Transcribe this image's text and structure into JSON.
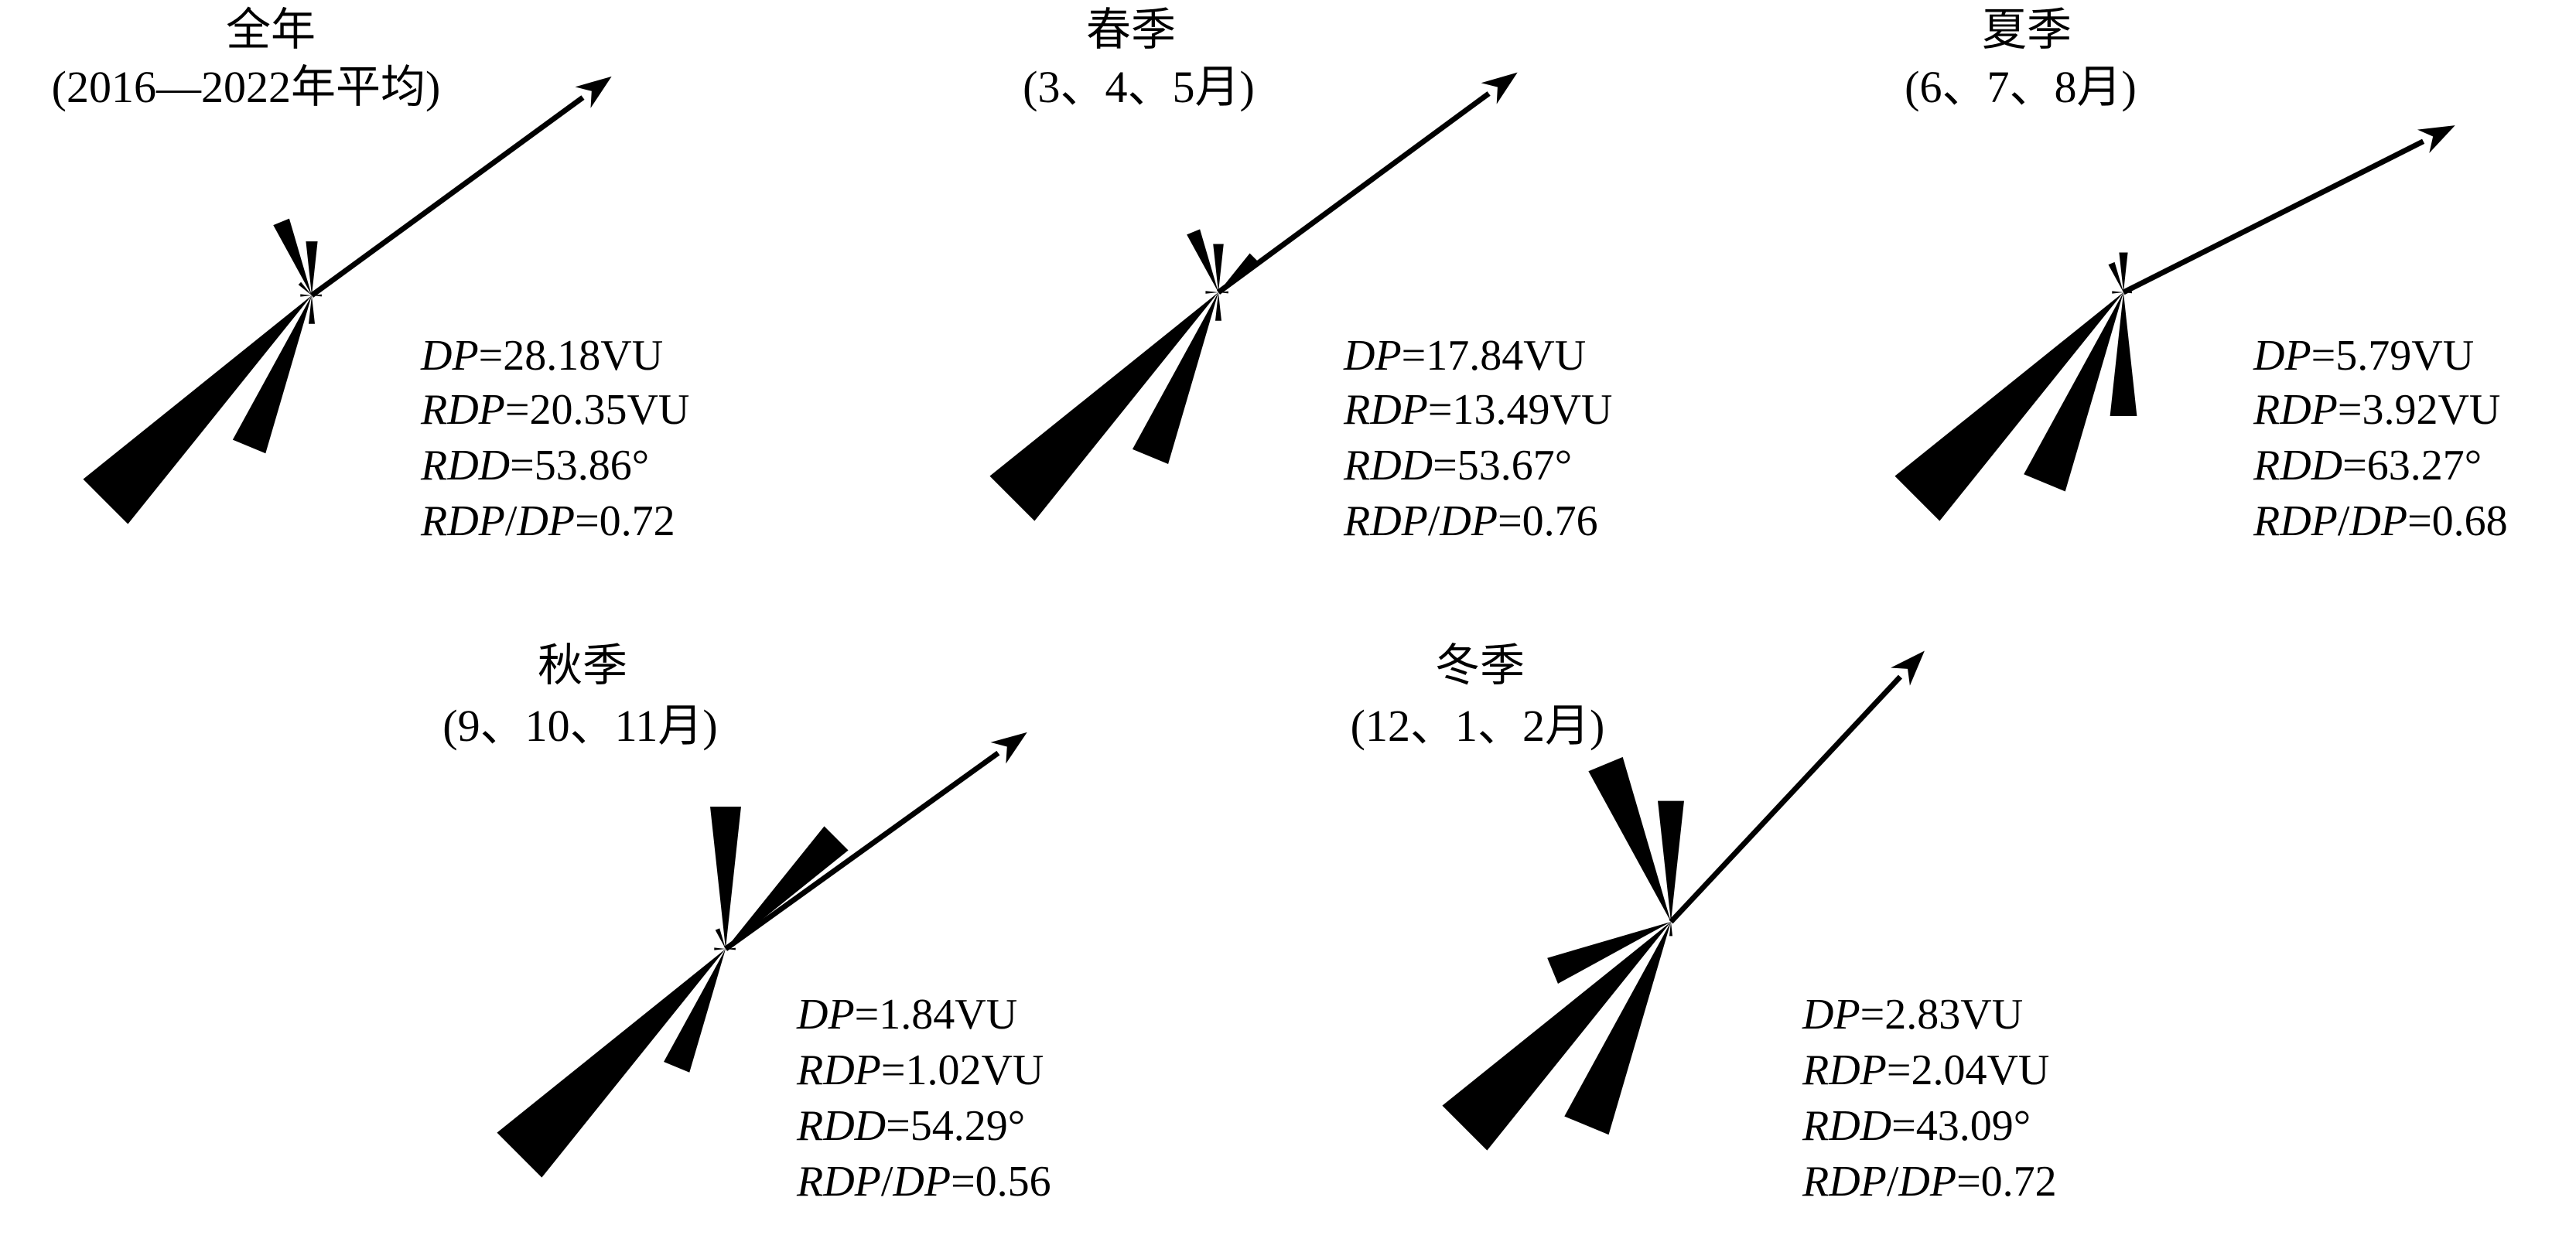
{
  "chart_data": [
    {
      "type": "sand-rose",
      "title": "全年",
      "subtitle": "(2016—2022年平均)",
      "stats": {
        "DP": "28.18",
        "RDP": "20.35",
        "RDD": "53.86",
        "RDP_DP": "0.72"
      },
      "rdd_deg": 53.86,
      "petals": [
        {
          "dir": 225,
          "value": 20.5
        },
        {
          "dir": 202.5,
          "value": 11.5
        },
        {
          "dir": 180,
          "value": 2.0
        },
        {
          "dir": 337.5,
          "value": 5.6
        },
        {
          "dir": 0,
          "value": 3.8
        },
        {
          "dir": 315,
          "value": 1.2
        },
        {
          "dir": 270,
          "value": 0.8
        },
        {
          "dir": 90,
          "value": 0.7
        }
      ]
    },
    {
      "type": "sand-rose",
      "title": "春季",
      "subtitle": "(3、4、5月)",
      "stats": {
        "DP": "17.84",
        "RDP": "13.49",
        "RDD": "53.67",
        "RDP_DP": "0.76"
      },
      "rdd_deg": 53.67,
      "petals": [
        {
          "dir": 225,
          "value": 20.5
        },
        {
          "dir": 202.5,
          "value": 12.5
        },
        {
          "dir": 180,
          "value": 2.0
        },
        {
          "dir": 337.5,
          "value": 4.6
        },
        {
          "dir": 0,
          "value": 3.4
        },
        {
          "dir": 45,
          "value": 3.5
        },
        {
          "dir": 270,
          "value": 0.9
        },
        {
          "dir": 90,
          "value": 0.7
        }
      ]
    },
    {
      "type": "sand-rose",
      "title": "夏季",
      "subtitle": "(6、7、8月)",
      "stats": {
        "DP": "5.79",
        "RDP": "3.92",
        "RDD": "63.27",
        "RDP_DP": "0.68"
      },
      "rdd_deg": 63.27,
      "petals": [
        {
          "dir": 225,
          "value": 20.5
        },
        {
          "dir": 202.5,
          "value": 14.5
        },
        {
          "dir": 180,
          "value": 8.7
        },
        {
          "dir": 337.5,
          "value": 2.2
        },
        {
          "dir": 0,
          "value": 2.8
        },
        {
          "dir": 270,
          "value": 0.8
        },
        {
          "dir": 90,
          "value": 0.6
        }
      ]
    },
    {
      "type": "sand-rose",
      "title": "秋季",
      "subtitle": "(9、10、11月)",
      "stats": {
        "DP": "1.84",
        "RDP": "1.02",
        "RDD": "54.29",
        "RDP_DP": "0.56"
      },
      "rdd_deg": 54.29,
      "petals": [
        {
          "dir": 225,
          "value": 20.5
        },
        {
          "dir": 202.5,
          "value": 9.0
        },
        {
          "dir": 0,
          "value": 10.0
        },
        {
          "dir": 45,
          "value": 11.0
        },
        {
          "dir": 337.5,
          "value": 1.5
        },
        {
          "dir": 270,
          "value": 0.8
        },
        {
          "dir": 90,
          "value": 0.7
        }
      ]
    },
    {
      "type": "sand-rose",
      "title": "冬季",
      "subtitle": "(12、1、2月)",
      "stats": {
        "DP": "2.83",
        "RDP": "2.04",
        "RDD": "43.09",
        "RDP_DP": "0.72"
      },
      "rdd_deg": 43.09,
      "petals": [
        {
          "dir": 225,
          "value": 20.5
        },
        {
          "dir": 202.5,
          "value": 15.5
        },
        {
          "dir": 247.5,
          "value": 9.0
        },
        {
          "dir": 337.5,
          "value": 12.0
        },
        {
          "dir": 0,
          "value": 8.5
        },
        {
          "dir": 180,
          "value": 1.0
        }
      ]
    }
  ]
}
